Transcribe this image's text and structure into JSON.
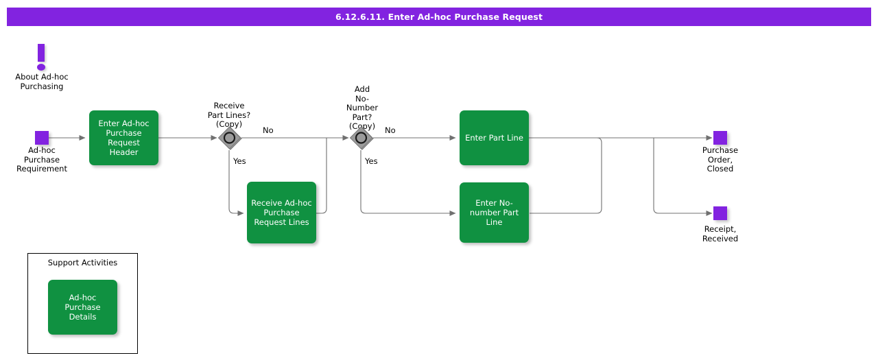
{
  "titlebar": {
    "title": "6.12.6.11. Enter Ad-hoc Purchase Request",
    "background": "#8223e0",
    "text_color": "#ffffff"
  },
  "colors": {
    "activity_green": "#109141",
    "state_purple": "#8223e0",
    "decision_gray": "#808080",
    "line_gray": "#707070",
    "page_background": "#ffffff"
  },
  "note": {
    "icon": "exclamation-icon",
    "label": "About Ad-hoc\nPurchasing"
  },
  "start_state": {
    "icon": "state-marker-icon",
    "label": "Ad-hoc\nPurchase\nRequirement"
  },
  "activities": [
    {
      "id": "enter-header",
      "label": "Enter Ad-hoc\nPurchase\nRequest Header"
    },
    {
      "id": "receive-lines",
      "label": "Receive Ad-hoc\nPurchase\nRequest Lines"
    },
    {
      "id": "enter-part-line",
      "label": "Enter Part Line"
    },
    {
      "id": "enter-no-number-part-line",
      "label": "Enter No-\nnumber Part\nLine"
    }
  ],
  "decisions": [
    {
      "id": "receive-part-lines",
      "label": "Receive\nPart Lines?\n(Copy)",
      "branches": {
        "no": "No",
        "yes": "Yes"
      }
    },
    {
      "id": "add-no-number-part",
      "label": "Add\nNo-\nNumber\nPart?\n(Copy)",
      "branches": {
        "no": "No",
        "yes": "Yes"
      }
    }
  ],
  "end_states": [
    {
      "id": "purchase-order-closed",
      "icon": "state-marker-icon",
      "label": "Purchase\nOrder,\nClosed"
    },
    {
      "id": "receipt-received",
      "icon": "state-marker-icon",
      "label": "Receipt,\nReceived"
    }
  ],
  "support_activities": {
    "title": "Support Activities",
    "items": [
      {
        "id": "ad-hoc-purchase-details",
        "label": "Ad-hoc Purchase\nDetails"
      }
    ]
  }
}
